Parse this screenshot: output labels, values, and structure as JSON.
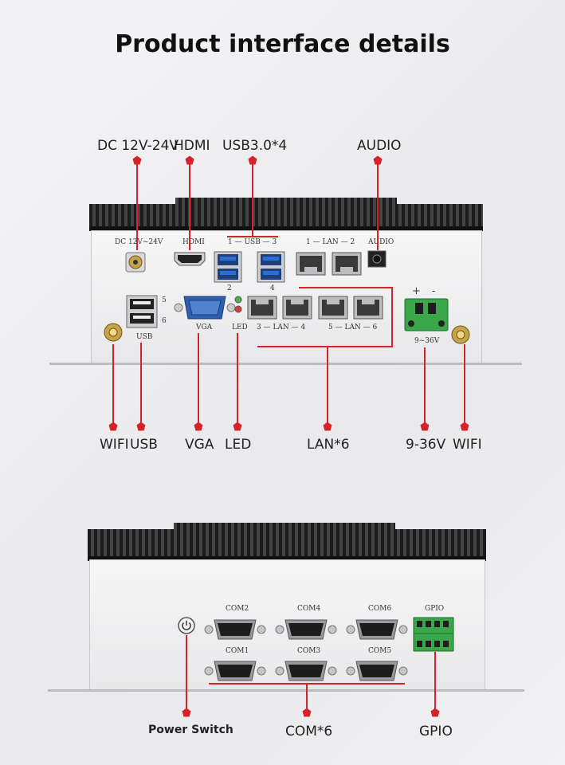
{
  "title": "Product interface details",
  "front": {
    "top_labels": {
      "dc": "DC 12V-24V",
      "hdmi": "HDMI",
      "usb3": "USB3.0*4",
      "audio": "AUDIO"
    },
    "bottom_labels": {
      "wifi_left": "WIFI",
      "usb": "USB",
      "vga": "VGA",
      "led": "LED",
      "lan": "LAN*6",
      "power": "9-36V",
      "wifi_right": "WIFI"
    },
    "silkscreen": {
      "dc": "DC  12V~24V",
      "hdmi": "HDMI",
      "usb_top": "1 — USB — 3",
      "usb_2": "2",
      "usb_4": "4",
      "lan_top": "1 — LAN — 2",
      "audio": "AUDIO",
      "usb_5": "5",
      "usb_6": "6",
      "usb": "USB",
      "vga": "VGA",
      "led": "LED",
      "lan_34": "3 — LAN — 4",
      "lan_56": "5 — LAN — 6",
      "plus": "+",
      "minus": "-",
      "power": "9~36V"
    }
  },
  "back": {
    "silkscreen": {
      "com2": "COM2",
      "com4": "COM4",
      "com6": "COM6",
      "com1": "COM1",
      "com3": "COM3",
      "com5": "COM5",
      "gpio": "GPIO"
    },
    "bottom_labels": {
      "power_switch": "Power Switch",
      "com": "COM*6",
      "gpio": "GPIO"
    }
  },
  "colors": {
    "accent": "#d8222a",
    "vga_blue": "#2f5fae",
    "usb_blue": "#2a6fd6",
    "terminal_green": "#3aa84a"
  }
}
